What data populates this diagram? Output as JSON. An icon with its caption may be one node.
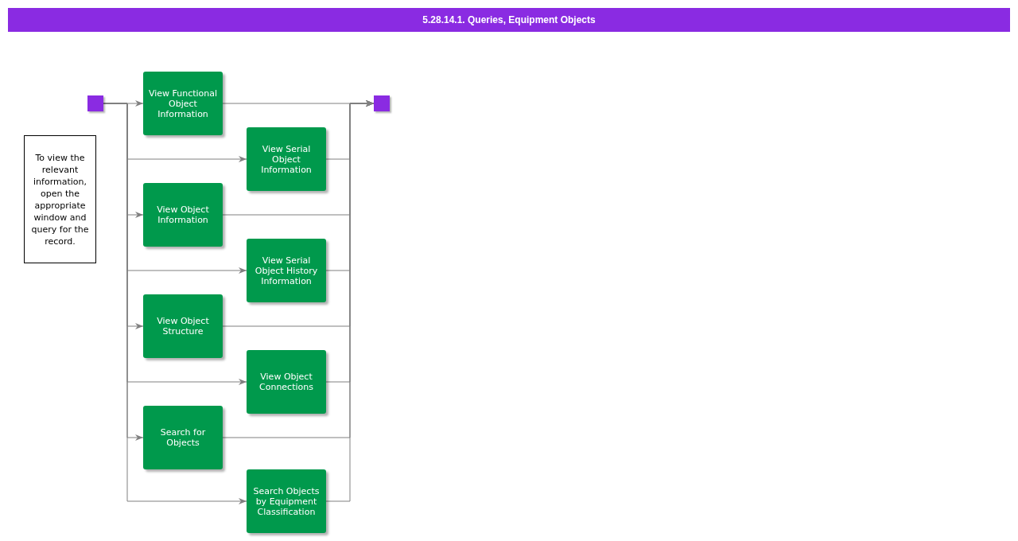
{
  "diagram": {
    "title": "5.28.14.1. Queries, Equipment Objects",
    "nodes": [
      {
        "text": [],
        "shape": "box"
      },
      {
        "text": [
          "View Functional Object Information"
        ]
      },
      {
        "text": [
          "View Serial Object Information"
        ]
      },
      {
        "text": [
          "View Object Information"
        ]
      },
      {
        "text": [
          "View Serial Object History Information"
        ]
      },
      {
        "text": [
          "View Object Structure"
        ]
      },
      {
        "text": [
          "View Object Connections"
        ]
      },
      {
        "text": [
          "Search for Objects"
        ]
      },
      {
        "text": [
          "Search Objects by Equipment Classification"
        ]
      },
      {
        "text": [],
        "shape": "box"
      },
      {
        "text": [
          "To view the relevant information, open the appropriate window and query for the record."
        ]
      }
    ],
    "edges": [
      {
        "from": 0,
        "to": 1,
        "arrow": "to"
      },
      {
        "from": 0,
        "to": 2,
        "arrow": "to"
      },
      {
        "from": 0,
        "to": 3,
        "arrow": "to"
      },
      {
        "from": 0,
        "to": 4,
        "arrow": "to"
      },
      {
        "from": 0,
        "to": 5,
        "arrow": "to"
      },
      {
        "from": 0,
        "to": 6,
        "arrow": "to"
      },
      {
        "from": 0,
        "to": 7,
        "arrow": "to"
      },
      {
        "from": 0,
        "to": 8,
        "arrow": "to"
      },
      {
        "from": 1,
        "to": 9,
        "arrow": "to"
      },
      {
        "from": 2,
        "to": 9,
        "arrow": "to"
      },
      {
        "from": 3,
        "to": 9,
        "arrow": "to"
      },
      {
        "from": 4,
        "to": 9,
        "arrow": "to"
      },
      {
        "from": 5,
        "to": 9,
        "arrow": "to"
      },
      {
        "from": 6,
        "to": 9,
        "arrow": "to"
      },
      {
        "from": 7,
        "to": 9,
        "arrow": "to"
      },
      {
        "from": 8,
        "to": 9,
        "arrow": "to"
      }
    ]
  }
}
